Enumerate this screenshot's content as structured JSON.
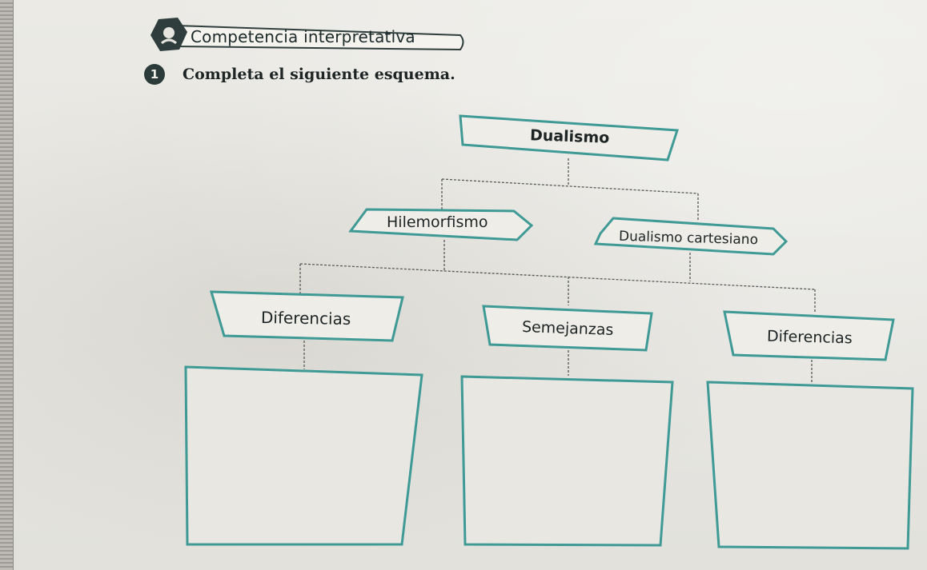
{
  "header": {
    "section_title": "Competencia interpretativa"
  },
  "activity": {
    "number": "1",
    "instruction": "Completa el siguiente esquema."
  },
  "diagram": {
    "root": "Dualismo",
    "branches": {
      "left": "Hilemorfismo",
      "right": "Dualismo cartesiano"
    },
    "categories": {
      "first": "Diferencias",
      "middle": "Semejanzas",
      "last": "Diferencias"
    },
    "answer_boxes": [
      "",
      "",
      ""
    ]
  },
  "colors": {
    "teal_border": "#3f9a96",
    "connector": "#555a58",
    "badge_fill": "#2f3e3d"
  }
}
